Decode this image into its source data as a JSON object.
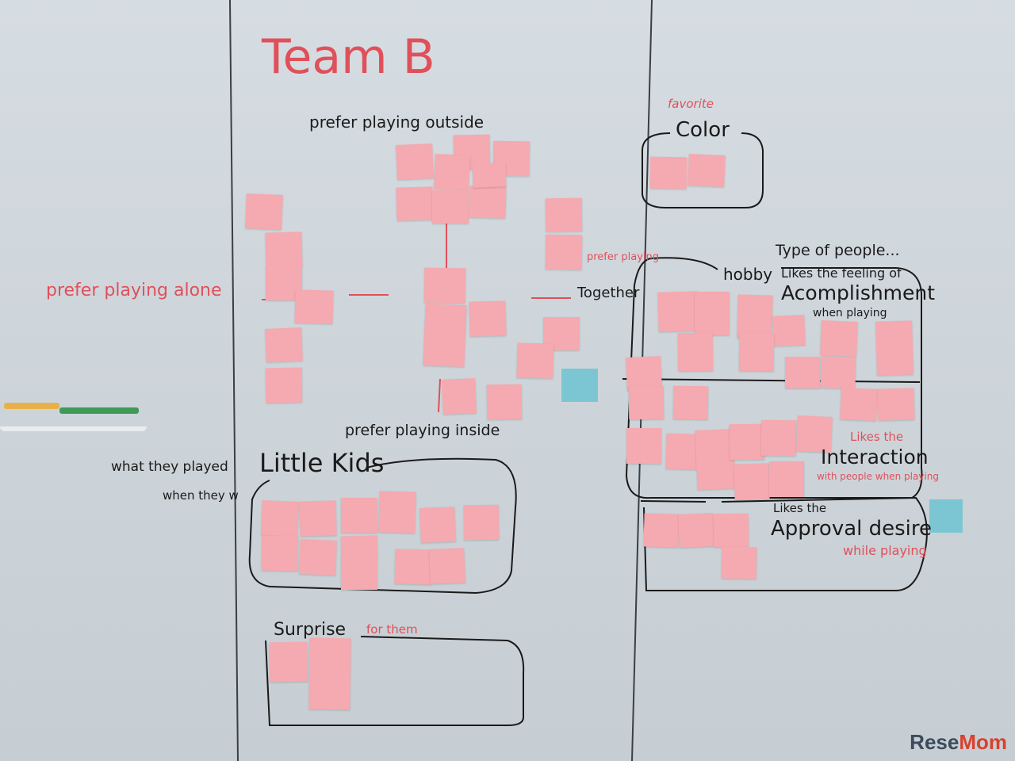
{
  "board": {
    "title": "Team B",
    "axis": {
      "top": "prefer playing outside",
      "left": "prefer playing alone",
      "right_red": "prefer playing",
      "right": "Together",
      "bottom": "prefer playing inside"
    },
    "color_section": {
      "favorite_label": "favorite",
      "title": "Color"
    },
    "type_of_people": {
      "title": "Type of people...",
      "hobby": "hobby",
      "accomplishment": {
        "line1": "Likes the feeling of",
        "line2": "Acomplishment",
        "line3": "when playing"
      },
      "interaction": {
        "red_top": "Likes the",
        "title": "Interaction",
        "red_bottom": "with people when playing"
      },
      "approval": {
        "top": "Likes the",
        "title": "Approval desire",
        "red_bottom": "while playing"
      }
    },
    "little_kids": {
      "side_label_1": "what they played",
      "side_label_2": "when they w",
      "title": "Little Kids"
    },
    "surprise": {
      "title": "Surprise",
      "red": "for them"
    }
  },
  "watermark": {
    "brand_a": "Rese",
    "brand_b": "Mom"
  },
  "colors": {
    "sticky_note": "#f4aab0",
    "blue_note": "#7cc6d3",
    "red_marker": "#e0505a",
    "black_marker": "#1a1a1a"
  }
}
